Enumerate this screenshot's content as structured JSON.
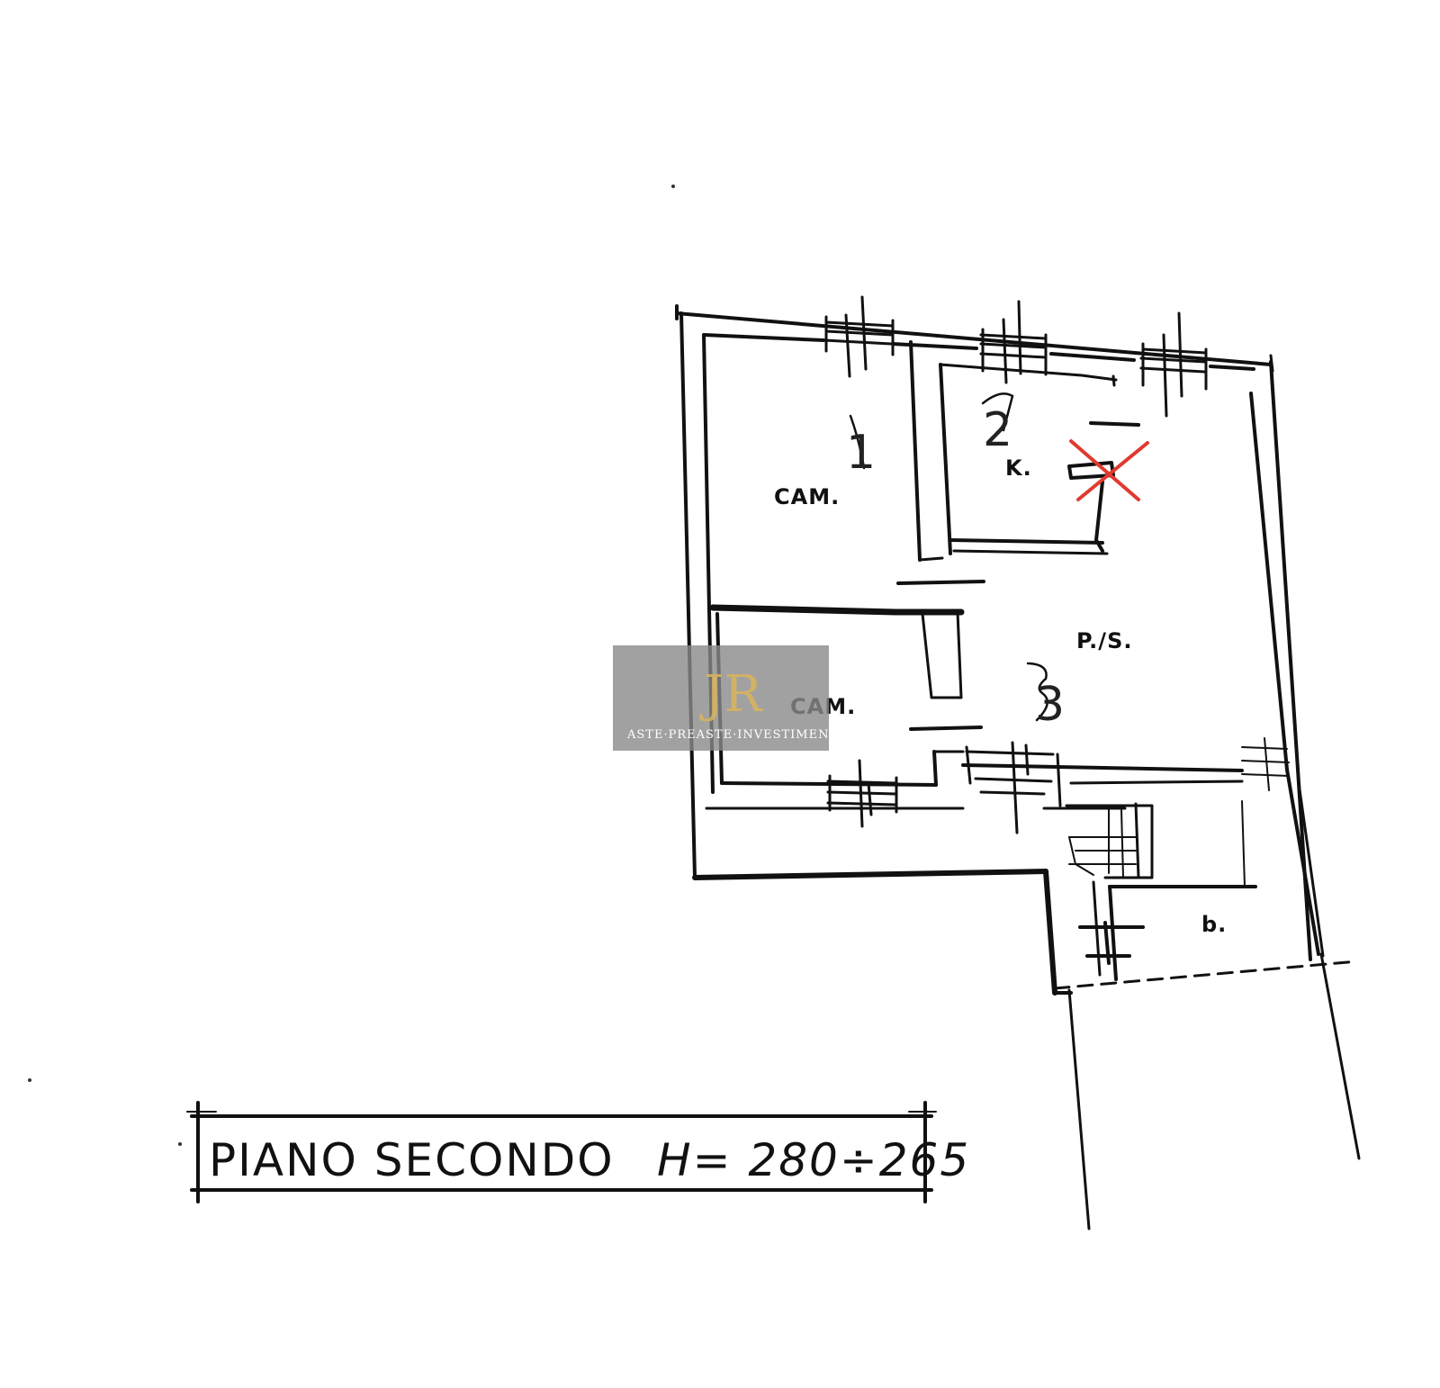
{
  "plan": {
    "title": "PIANO SECONDO",
    "height_label": "H= 280÷265",
    "rooms": [
      {
        "id": "cam1",
        "label": "CAM."
      },
      {
        "id": "k",
        "label": "K."
      },
      {
        "id": "pranzo",
        "label": "P./S."
      },
      {
        "id": "cam2",
        "label": "CAM."
      },
      {
        "id": "bagno",
        "label": "b."
      }
    ],
    "room_numbers": [
      "1",
      "2",
      "3"
    ],
    "watermark": {
      "text": "ASTE·PREASTE·INVESTIMENTI",
      "logo": "JR"
    },
    "colors": {
      "ink": "#111111",
      "removed_mark": "#e03a2f",
      "watermark_bg": "#8a8a8a"
    }
  }
}
